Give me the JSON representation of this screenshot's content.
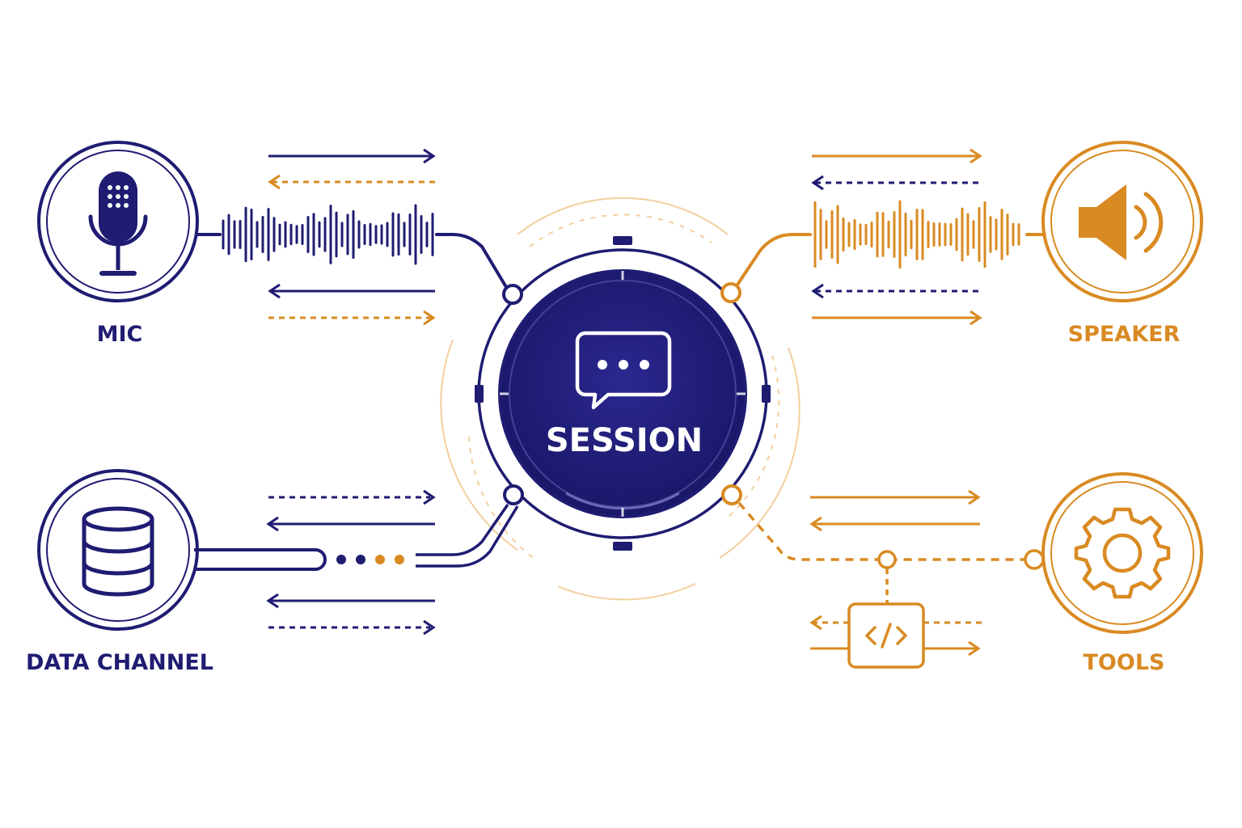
{
  "colors": {
    "navy": "#1f1c72",
    "orange": "#d98a22",
    "pale_orange": "#f2cf9e",
    "background": "#ffffff"
  },
  "center": {
    "label": "SESSION",
    "icon": "chat-bubble-icon"
  },
  "nodes": [
    {
      "id": "mic",
      "label": "MIC",
      "icon": "microphone-icon",
      "color": "#1f1c72"
    },
    {
      "id": "speaker",
      "label": "SPEAKER",
      "icon": "speaker-icon",
      "color": "#d98a22"
    },
    {
      "id": "data-channel",
      "label": "DATA CHANNEL",
      "icon": "database-icon",
      "color": "#1f1c72"
    },
    {
      "id": "tools",
      "label": "TOOLS",
      "icon": "gear-icon",
      "color": "#d98a22"
    }
  ],
  "tool_box_icon": "code-icon"
}
